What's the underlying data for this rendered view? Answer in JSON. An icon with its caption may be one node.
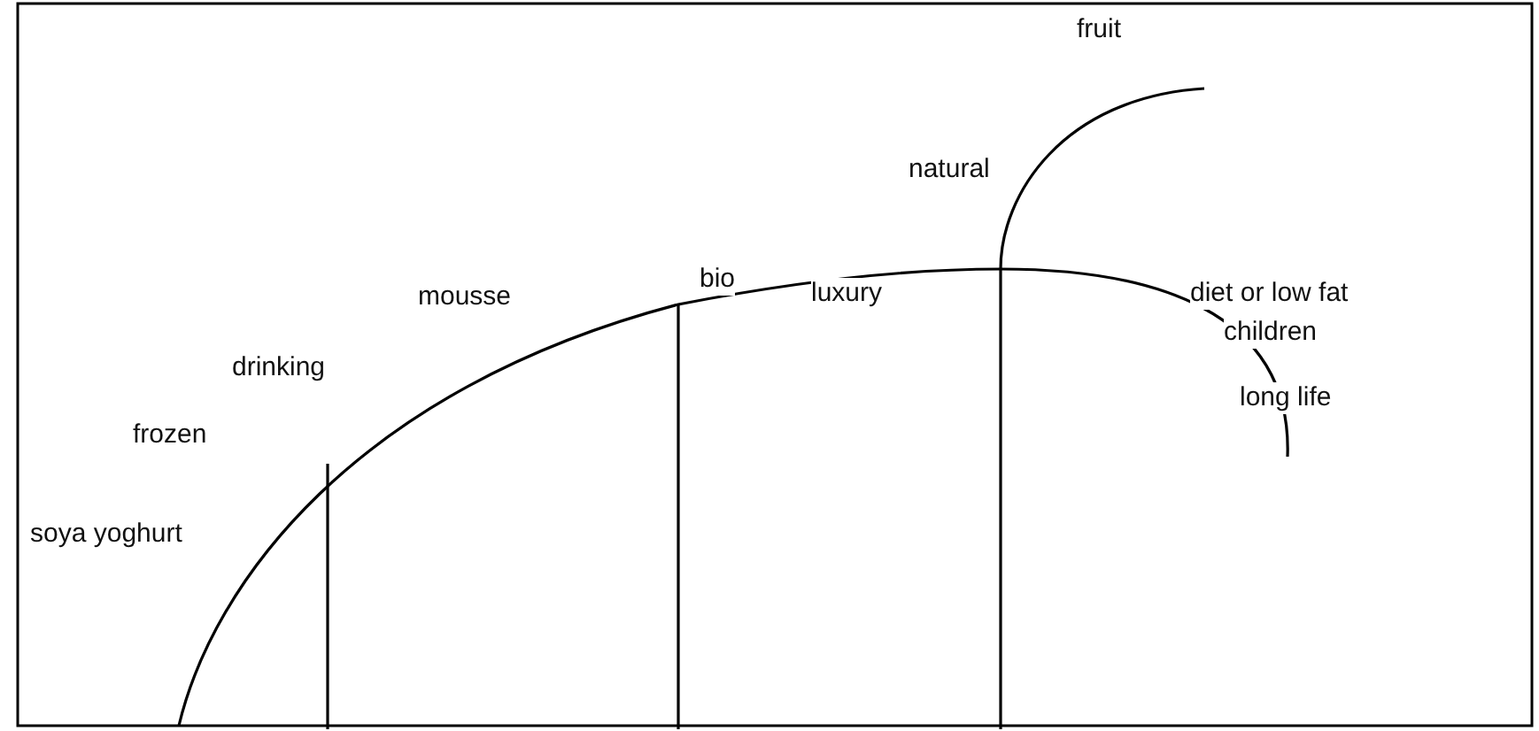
{
  "diagram": {
    "labels": [
      "fruit",
      "natural",
      "bio",
      "luxury",
      "diet or low fat",
      "mousse",
      "children",
      "drinking",
      "long life",
      "frozen",
      "soya yoghurt"
    ]
  }
}
